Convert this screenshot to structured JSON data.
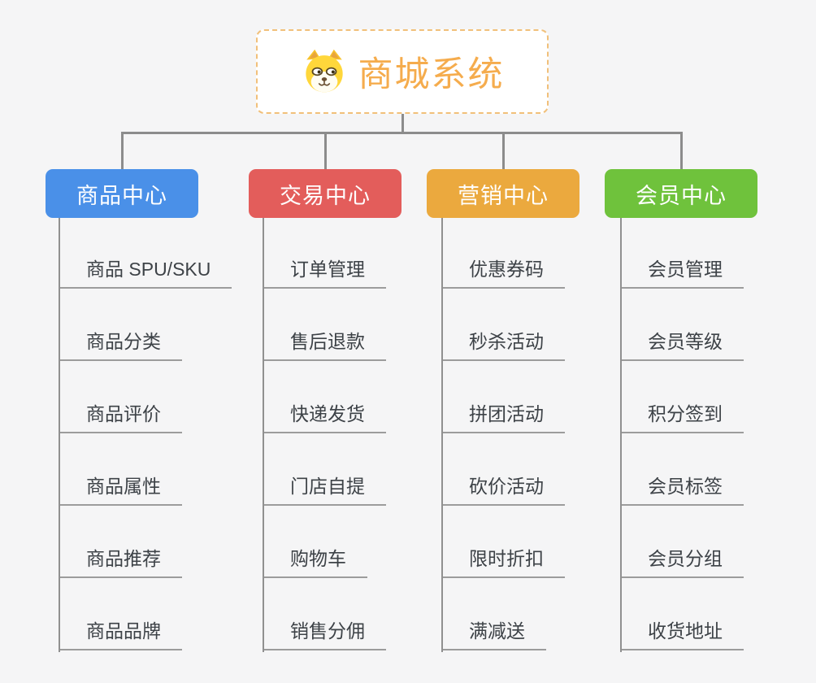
{
  "root": {
    "label": "商城系统",
    "icon": "dog-face-icon"
  },
  "branches": [
    {
      "label": "商品中心",
      "color": "#4a90e8",
      "children": [
        "商品 SPU/SKU",
        "商品分类",
        "商品评价",
        "商品属性",
        "商品推荐",
        "商品品牌"
      ]
    },
    {
      "label": "交易中心",
      "color": "#e35d5b",
      "children": [
        "订单管理",
        "售后退款",
        "快递发货",
        "门店自提",
        "购物车",
        "销售分佣"
      ]
    },
    {
      "label": "营销中心",
      "color": "#eba93e",
      "children": [
        "优惠券码",
        "秒杀活动",
        "拼团活动",
        "砍价活动",
        "限时折扣",
        "满减送"
      ]
    },
    {
      "label": "会员中心",
      "color": "#6fc23c",
      "children": [
        "会员管理",
        "会员等级",
        "积分签到",
        "会员标签",
        "会员分组",
        "收货地址"
      ]
    }
  ],
  "colors": {
    "background": "#f5f5f6",
    "root_border": "#f1c07a",
    "root_text": "#f5ac4d",
    "connector_gray": "#8c8c8c",
    "underline_gray": "#9c9c9c",
    "leaf_text": "#3d4247"
  }
}
